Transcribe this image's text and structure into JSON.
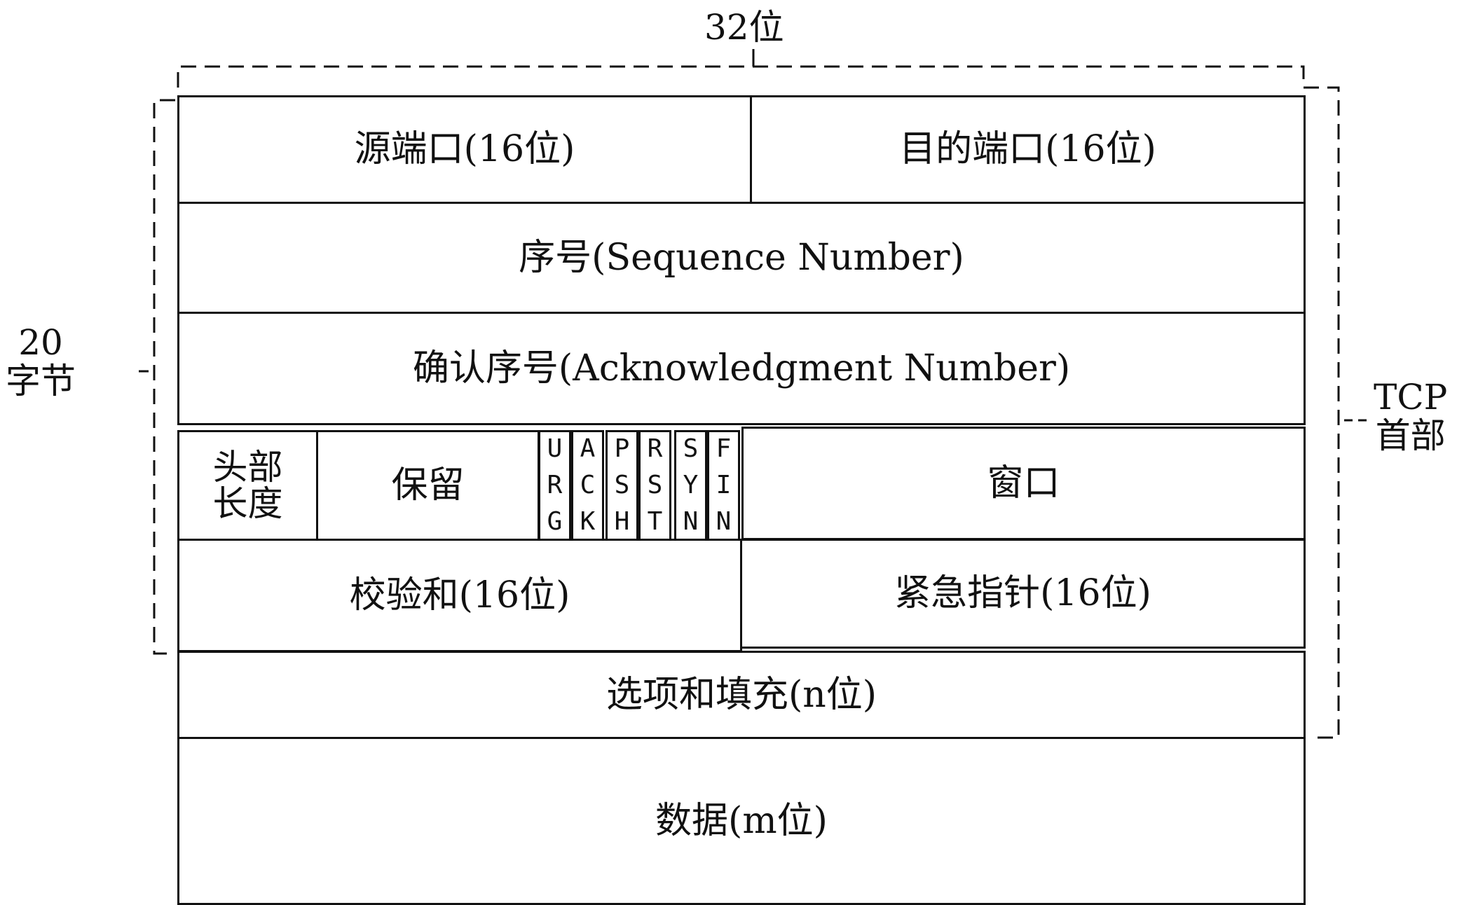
{
  "bit_width_label": "32位",
  "header_bytes_label": "20\n字节",
  "tcp_header_label": "TCP\n首部",
  "fields": {
    "src_port": "源端口(16位)",
    "dst_port": "目的端口(16位)",
    "seq": "序号(Sequence Number)",
    "ack": "确认序号(Acknowledgment Number)",
    "header_len": "头部\n长度",
    "reserved": "保留",
    "flags": [
      "U\nR\nG",
      "A\nC\nK",
      "P\nS\nH",
      "R\nS\nT",
      "S\nY\nN",
      "F\nI\nN"
    ],
    "window": "窗口",
    "checksum": "校验和(16位)",
    "urgent_ptr": "紧急指针(16位)",
    "options": "选项和填充(n位)",
    "data": "数据(m位)"
  }
}
